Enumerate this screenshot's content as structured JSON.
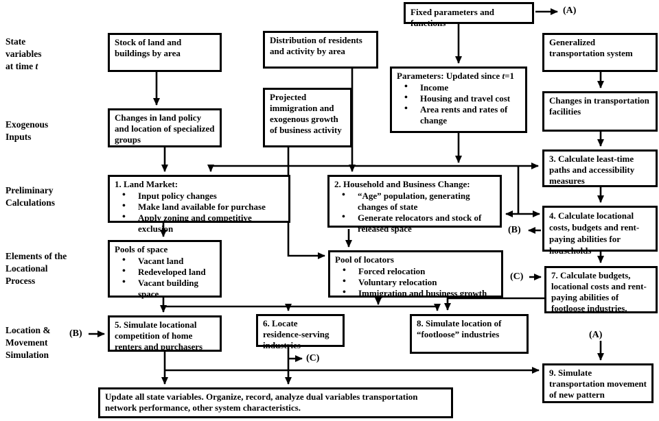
{
  "row_labels": {
    "state": {
      "l1": "State",
      "l2": "variables",
      "l3a": "at time ",
      "l3b": "t"
    },
    "exogenous": {
      "l1": "Exogenous",
      "l2": "Inputs"
    },
    "preliminary": {
      "l1": "Preliminary",
      "l2": "Calculations"
    },
    "elements": {
      "l1": "Elements of the",
      "l2": "Locational",
      "l3": "Process"
    },
    "location": {
      "l1": "Location &",
      "l2": "Movement",
      "l3": "Simulation"
    }
  },
  "connectors": {
    "a": "(A)",
    "b": "(B)",
    "c": "(C)"
  },
  "boxes": {
    "fixed_params": {
      "text": "Fixed parameters and functions"
    },
    "stock_land": {
      "text": "Stock of land and buildings by area"
    },
    "distribution": {
      "text": "Distribution of residents and activity by area"
    },
    "generalized_transport": {
      "text": "Generalized transportation system"
    },
    "parameters": {
      "title_a": "Parameters: Updated since ",
      "title_b": "t",
      "title_c": "=1",
      "items": [
        "Income",
        "Housing and travel cost",
        "Area rents and rates of change"
      ]
    },
    "projected_immigration": {
      "text": "Projected immigration and exogenous growth of business activity"
    },
    "changes_transport": {
      "text": "Changes in transportation facilities"
    },
    "changes_land_policy": {
      "text": "Changes in land policy and location of specialized groups"
    },
    "calc_least_time": {
      "text": "3. Calculate least-time paths and accessibility measures"
    },
    "land_market": {
      "title": "1. Land Market:",
      "items": [
        "Input policy changes",
        "Make land available for purchase",
        "Apply zoning and competitive exclusion"
      ]
    },
    "household_change": {
      "title": "2. Household and Business Change:",
      "items": [
        "“Age” population, generating changes of state",
        "Generate relocators and stock of released space"
      ]
    },
    "calc_locational_costs": {
      "text": "4. Calculate locational costs, budgets and rent-paying abilities for households"
    },
    "pools_space": {
      "title": "Pools of space",
      "items": [
        "Vacant land",
        "Redeveloped land",
        "Vacant building space"
      ]
    },
    "pool_locators": {
      "title": "Pool of locators",
      "items": [
        "Forced relocation",
        "Voluntary relocation",
        "Immigration and business growth"
      ]
    },
    "calc_budgets": {
      "text": "7. Calculate budgets, locational costs and rent-paying abilities of footloose industries."
    },
    "simulate_competition": {
      "text": "5. Simulate locational competition of home renters and purchasers"
    },
    "locate_residence": {
      "text": "6. Locate residence-serving industries"
    },
    "simulate_footloose": {
      "text": "8. Simulate location of “footloose” industries"
    },
    "simulate_transport": {
      "text": "9. Simulate transportation movement of new pattern"
    },
    "update_state": {
      "text": "Update all state variables. Organize, record, analyze dual variables  transportation network performance, other system characteristics."
    }
  }
}
